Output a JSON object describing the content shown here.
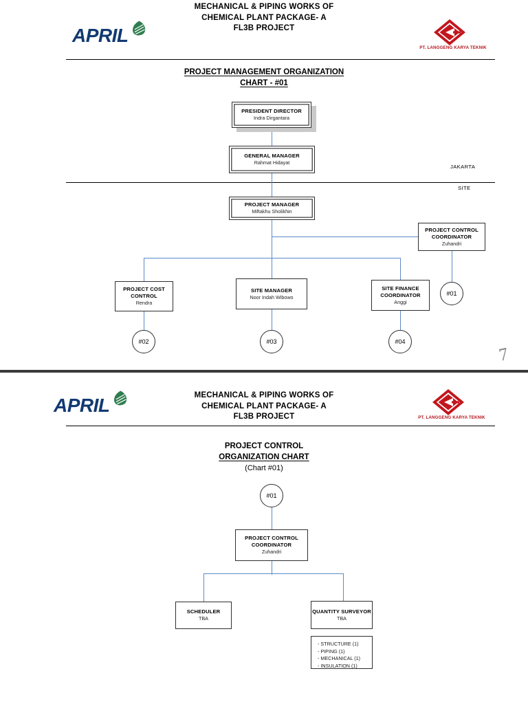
{
  "header": {
    "company_logo_text": "APRIL",
    "contractor_logo_name": "PT. LANGGENG KARYA TEKNIK",
    "title_line1": "MECHANICAL & PIPING WORKS OF",
    "title_line2": "CHEMICAL PLANT PACKAGE- A",
    "title_line3": "FL3B PROJECT"
  },
  "page1": {
    "chart_title_line1": "PROJECT MANAGEMENT ORGANIZATION",
    "chart_title_line2": "CHART - #01",
    "zone_top_label": "JAKARTA",
    "zone_bottom_label": "SITE",
    "annotation_mark": "7",
    "boxes": {
      "president_director": {
        "title": "PRESIDENT DIRECTOR",
        "name": "Indra Dirgantara"
      },
      "general_manager": {
        "title": "GENERAL  MANAGER",
        "name": "Rahmat Hidayat"
      },
      "project_manager": {
        "title": "PROJECT MANAGER",
        "name": "Miftakhu Sholikhin"
      },
      "project_control_coordinator": {
        "title1": "PROJECT CONTROL",
        "title2": "COORDINATOR",
        "name": "Zuhandri"
      },
      "project_cost_control": {
        "title1": "PROJECT COST",
        "title2": "CONTROL",
        "name": "Rendra"
      },
      "site_manager": {
        "title": "SITE MANAGER",
        "name": "Noor Indah Wibowo"
      },
      "site_finance_coordinator": {
        "title1": "SITE FINANCE",
        "title2": "COORDINATOR",
        "name": "Anggi"
      }
    },
    "connectors": {
      "ref_pcc": "#01",
      "ref_cost_control": "#02",
      "ref_site_manager": "#03",
      "ref_site_finance": "#04"
    }
  },
  "page2": {
    "chart_title_line1": "PROJECT CONTROL",
    "chart_title_line2": "ORGANIZATION CHART",
    "chart_title_line3": "(Chart #01)",
    "top_ref": "#01",
    "boxes": {
      "project_control_coordinator": {
        "title1": "PROJECT CONTROL",
        "title2": "COORDINATOR",
        "name": "Zuhandri"
      },
      "scheduler": {
        "title": "SCHEDULER",
        "name": "TBA"
      },
      "quantity_surveyor": {
        "title": "QUANTITY SURVEYOR",
        "name": "TBA"
      }
    },
    "discipline_list": [
      "- STRUCTURE (1)",
      "- PIPING (1)",
      "- MECHANICAL (1)",
      "- INSULATION (1)"
    ]
  },
  "colors": {
    "connector": "#5b8ac9",
    "april_blue": "#123a72",
    "april_green": "#2f7d4f",
    "lkt_red": "#c2161d",
    "box_border": "#2e2e2e"
  }
}
